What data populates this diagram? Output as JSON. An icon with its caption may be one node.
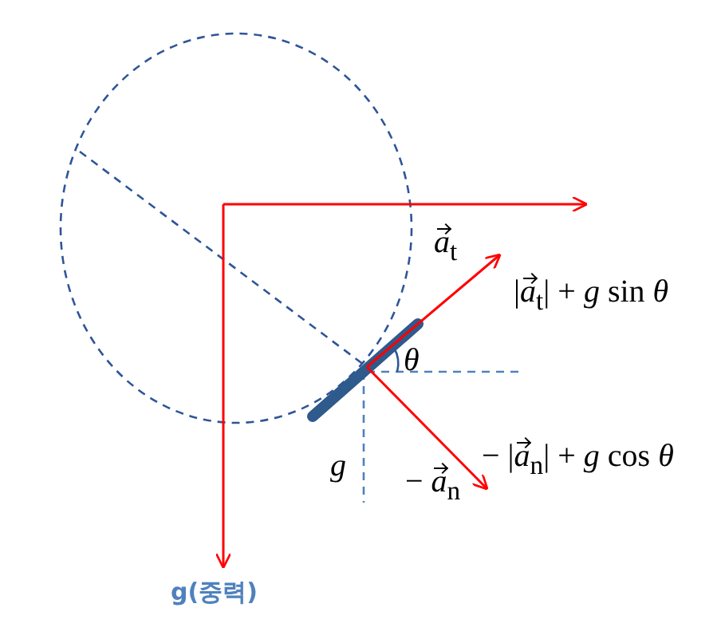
{
  "diagram": {
    "labels": [
      "*a⃗*$_{t}$",
      "|*a⃗*$_{t}$| + *g* sin *θ*",
      "*θ*",
      "*g*",
      "− *a⃗*$_{n}$",
      "− |*a⃗*$_{n}$| + *g* cos *θ*",
      "g(중력)"
    ]
  }
}
